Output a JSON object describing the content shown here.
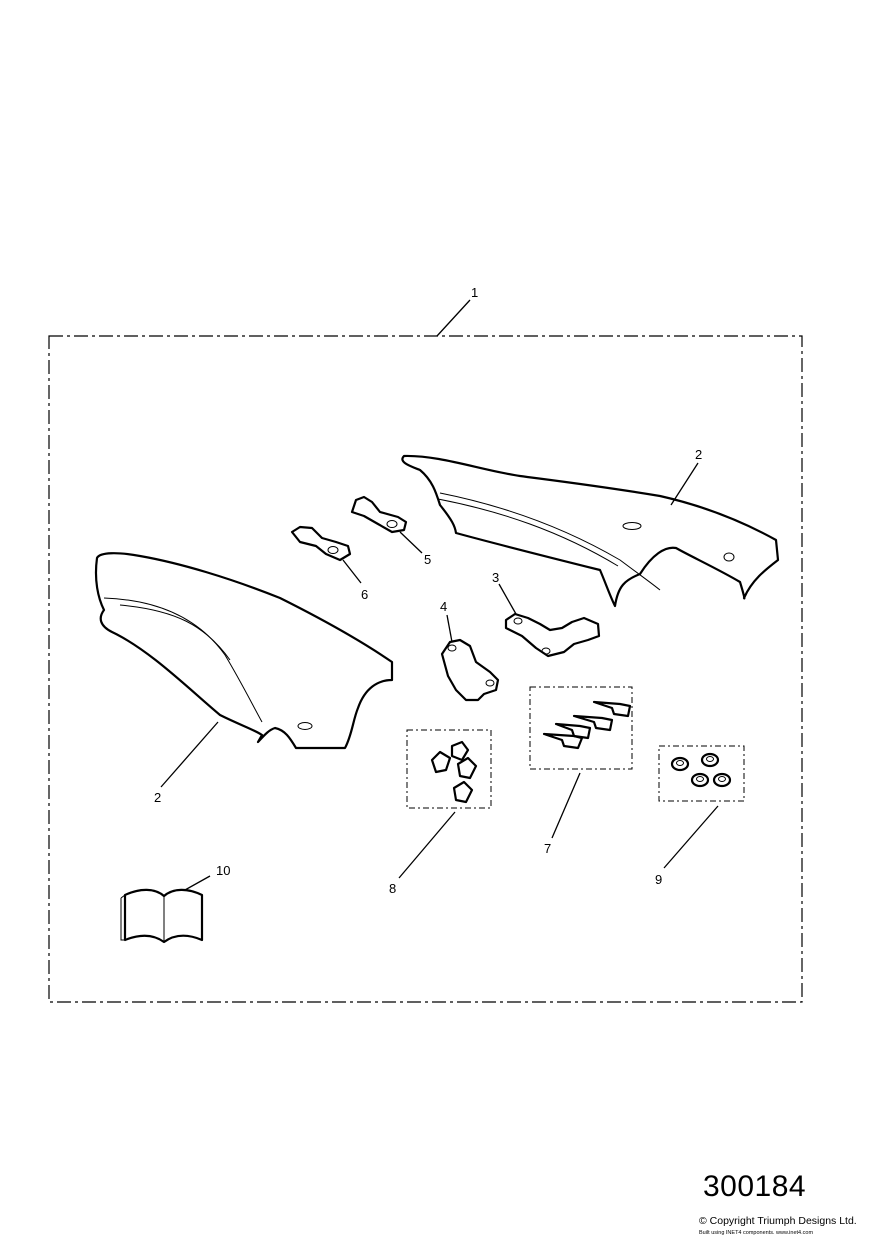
{
  "diagram": {
    "callouts": {
      "c1": "1",
      "c2_right": "2",
      "c2_left": "2",
      "c3": "3",
      "c4": "4",
      "c5": "5",
      "c6": "6",
      "c7": "7",
      "c8": "8",
      "c9": "9",
      "c10": "10"
    },
    "drawing_number": "300184",
    "copyright": "© Copyright Triumph Designs Ltd.",
    "built_using": "Built using INET4 components. www.inet4.com"
  }
}
